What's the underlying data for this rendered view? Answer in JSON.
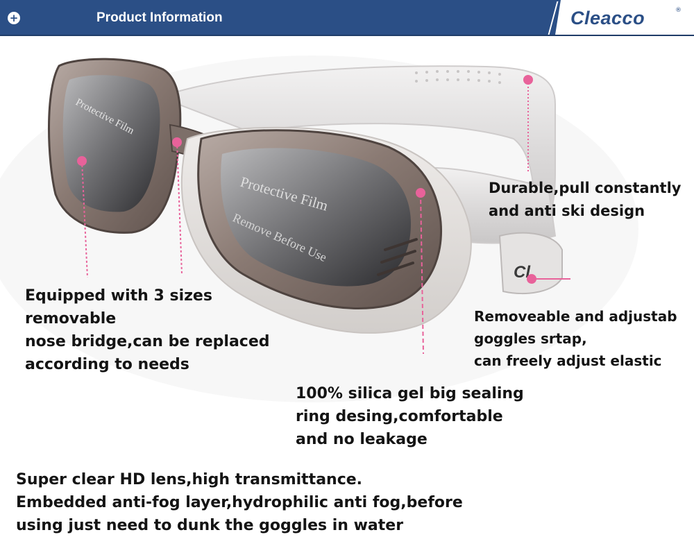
{
  "header": {
    "title": "Product Information",
    "brand": "Cleacco",
    "brand_mark": "®",
    "plus_icon": "plus-circle-icon",
    "colors": {
      "bar": "#2b4f86",
      "accent_pink": "#e8629a"
    }
  },
  "lens_prints": {
    "line1": "Protective Film",
    "line2": "Remove Before Use",
    "strap_logo": "Cl"
  },
  "annotations": {
    "strap": {
      "lines": [
        "Durable,pull constantly",
        "and anti ski design"
      ]
    },
    "nose_bridge": {
      "lines": [
        "Equipped with 3 sizes",
        "removable",
        "nose bridge,can be replaced",
        "according to needs"
      ]
    },
    "adjust": {
      "lines": [
        "Removeable and adjustab",
        "goggles srtap,",
        "can freely adjust elastic"
      ]
    },
    "seal": {
      "lines": [
        "100% silica gel big sealing",
        "ring desing,comfortable",
        "and no leakage"
      ]
    },
    "lens": {
      "lines": [
        "Super clear HD lens,high transmittance.",
        "Embedded anti-fog layer,hydrophilic anti fog,before",
        "using just need to dunk the goggles in water"
      ]
    }
  }
}
